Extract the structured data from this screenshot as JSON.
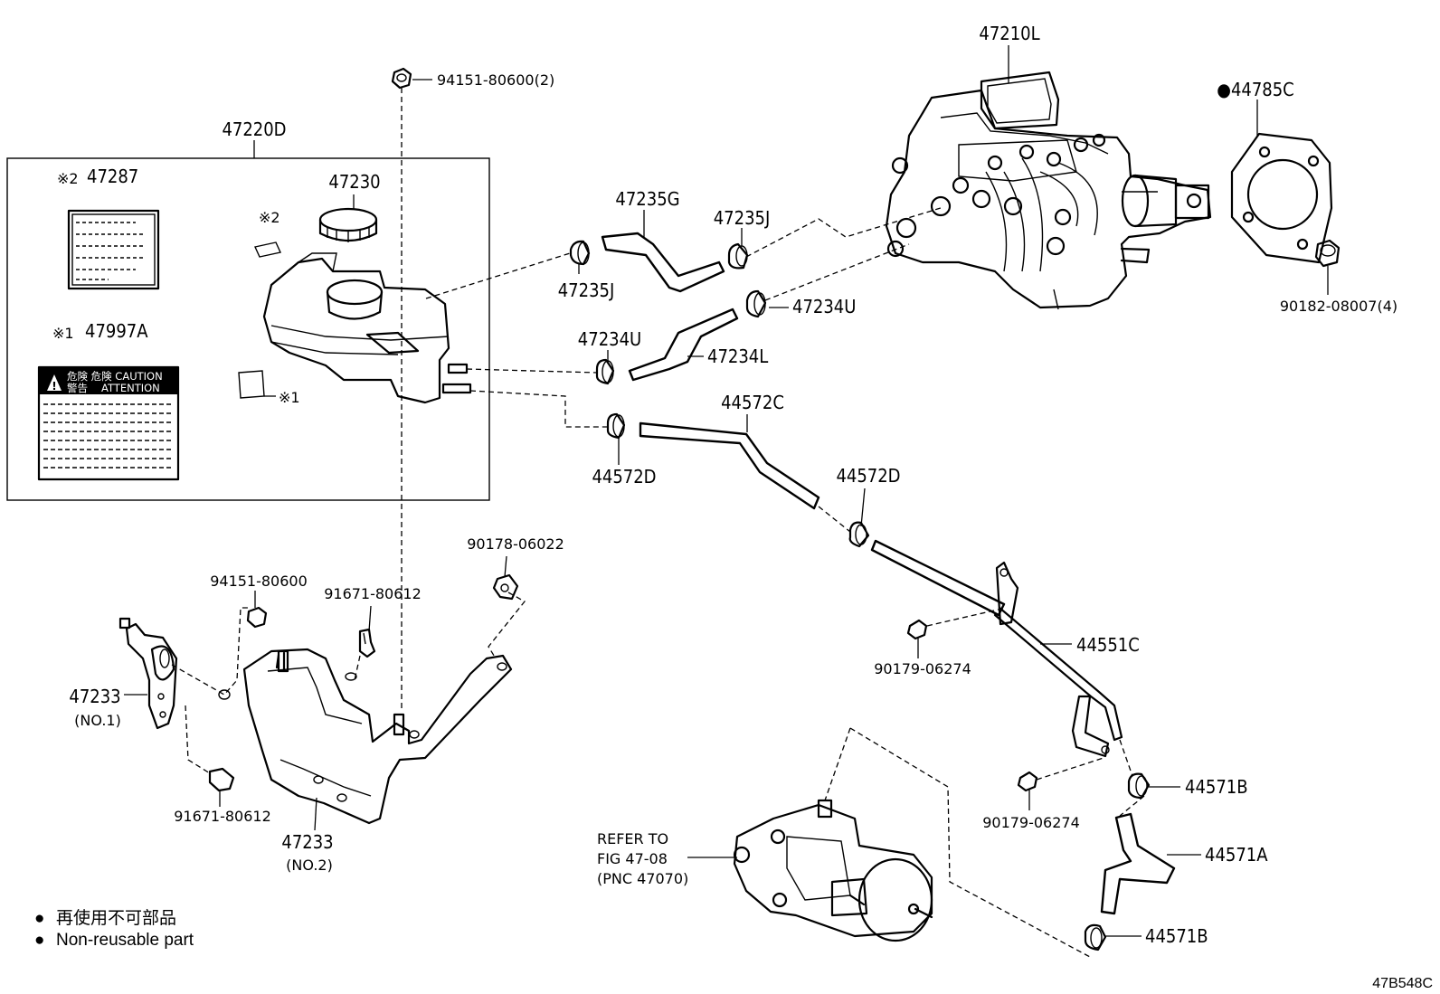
{
  "diagram": {
    "code": "47B548C",
    "legend": [
      {
        "symbol": "●",
        "text": "再使用不可部品"
      },
      {
        "symbol": "●",
        "text": "Non-reusable part"
      }
    ],
    "reference_note": [
      "REFER TO",
      "FIG 47-08",
      "(PNC 47070)"
    ],
    "labels": {
      "p47210L": "47210L",
      "p44785C": "●44785C",
      "p90182": "90182-08007(4)",
      "p94151_top": "94151-80600(2)",
      "p47220D": "47220D",
      "p47287": "47287",
      "p47287_mark": "※2",
      "p47230": "47230",
      "mark2": "※2",
      "mark1": "※1",
      "p47997A": "47997A",
      "p47997A_mark": "※1",
      "p47235G": "47235G",
      "p47235J_a": "47235J",
      "p47235J_b": "47235J",
      "p47234U_a": "47234U",
      "p47234U_b": "47234U",
      "p47234L": "47234L",
      "p44572C": "44572C",
      "p44572D_a": "44572D",
      "p44572D_b": "44572D",
      "p44551C": "44551C",
      "p90179_a": "90179-06274",
      "p90179_b": "90179-06274",
      "p44571B_a": "44571B",
      "p44571A": "44571A",
      "p44571B_b": "44571B",
      "p90178": "90178-06022",
      "p94151_b": "94151-80600",
      "p91671_a": "91671-80612",
      "p91671_b": "91671-80612",
      "p47233_1": "47233",
      "p47233_1_sub": "(NO.1)",
      "p47233_2": "47233",
      "p47233_2_sub": "(NO.2)"
    },
    "caution_label": {
      "line1a": "危険 危険 CAUTION",
      "line2a": "警告",
      "line2b": "ATTENTION"
    }
  }
}
